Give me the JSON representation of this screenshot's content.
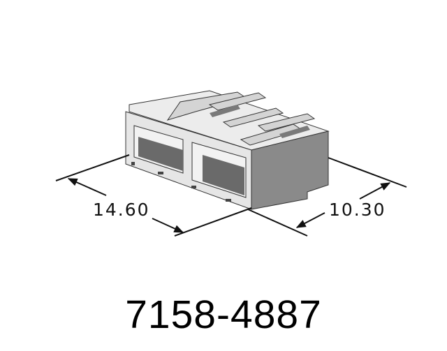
{
  "diagram": {
    "type": "connector-housing-dimension-drawing",
    "part_number": "7158-4887",
    "dimensions": {
      "width": {
        "label": "14.60",
        "direction": "front-left edge"
      },
      "depth": {
        "label": "10.30",
        "direction": "right side edge"
      }
    },
    "component": {
      "name": "2-position connector housing",
      "cavities": 2,
      "body_color": "#e6e6e6",
      "shadow_color": "#8a8a8a",
      "cavity_color": "#6a6a6a"
    },
    "colors": {
      "background": "#ffffff",
      "lines": "#111111",
      "text": "#000000"
    }
  }
}
